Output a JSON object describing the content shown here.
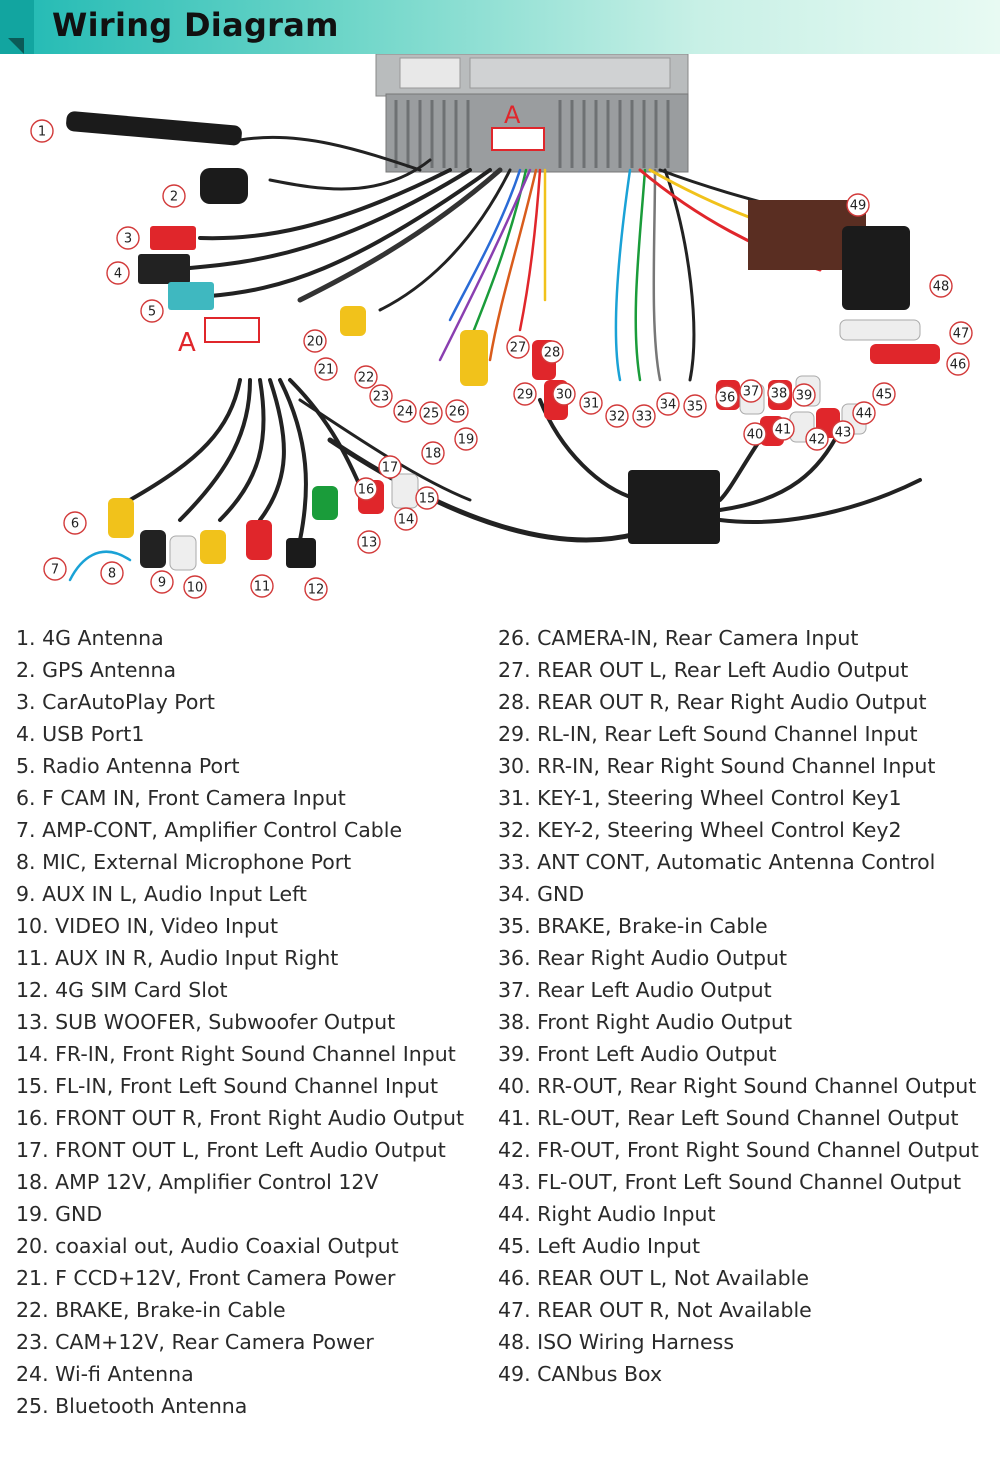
{
  "header": {
    "title": "Wiring Diagram"
  },
  "diagram": {
    "connector_labels": [
      "A",
      "A"
    ],
    "callouts": [
      "1",
      "2",
      "3",
      "4",
      "5",
      "6",
      "7",
      "8",
      "9",
      "10",
      "11",
      "12",
      "13",
      "14",
      "15",
      "16",
      "17",
      "18",
      "19",
      "20",
      "21",
      "22",
      "23",
      "24",
      "25",
      "26",
      "27",
      "28",
      "29",
      "30",
      "31",
      "32",
      "33",
      "34",
      "35",
      "36",
      "37",
      "38",
      "39",
      "40",
      "41",
      "42",
      "43",
      "44",
      "45",
      "46",
      "47",
      "48",
      "49"
    ]
  },
  "legend": {
    "left": [
      "1. 4G Antenna",
      "2. GPS Antenna",
      "3. CarAutoPlay Port",
      "4. USB Port1",
      "5. Radio Antenna Port",
      "6. F CAM IN, Front Camera Input",
      "7. AMP-CONT, Amplifier Control Cable",
      "8. MIC, External Microphone Port",
      "9. AUX IN L, Audio Input Left",
      "10. VIDEO IN, Video Input",
      "11. AUX IN R, Audio Input Right",
      "12. 4G SIM Card Slot",
      "13. SUB WOOFER, Subwoofer Output",
      "14. FR-IN, Front Right Sound Channel Input",
      "15. FL-IN, Front Left Sound Channel Input",
      "16. FRONT OUT R, Front Right Audio Output",
      "17. FRONT OUT L, Front Left Audio Output",
      "18. AMP 12V, Amplifier Control 12V",
      "19. GND",
      "20. coaxial out, Audio Coaxial Output",
      "21. F CCD+12V, Front Camera Power",
      "22. BRAKE, Brake-in Cable",
      "23. CAM+12V, Rear Camera Power",
      "24. Wi-fi Antenna",
      "25. Bluetooth Antenna"
    ],
    "right": [
      "26. CAMERA-IN, Rear Camera Input",
      "27. REAR OUT L, Rear Left Audio Output",
      "28. REAR OUT R, Rear Right Audio Output",
      "29. RL-IN, Rear Left Sound Channel Input",
      "30. RR-IN, Rear Right Sound Channel Input",
      "31. KEY-1, Steering Wheel Control Key1",
      "32. KEY-2, Steering Wheel Control Key2",
      "33. ANT CONT, Automatic Antenna Control",
      "34. GND",
      "35. BRAKE, Brake-in Cable",
      "36. Rear Right Audio Output",
      "37. Rear Left Audio Output",
      "38. Front Right Audio Output",
      "39. Front Left Audio Output",
      "40. RR-OUT, Rear Right Sound Channel Output",
      "41. RL-OUT, Rear Left Sound Channel Output",
      "42. FR-OUT, Front Right Sound Channel Output",
      "43. FL-OUT, Front Left Sound Channel Output",
      "44. Right Audio Input",
      "45. Left Audio Input",
      "46. REAR OUT L, Not Available",
      "47. REAR OUT R, Not Available",
      "48. ISO Wiring Harness",
      "49. CANbus Box"
    ]
  }
}
